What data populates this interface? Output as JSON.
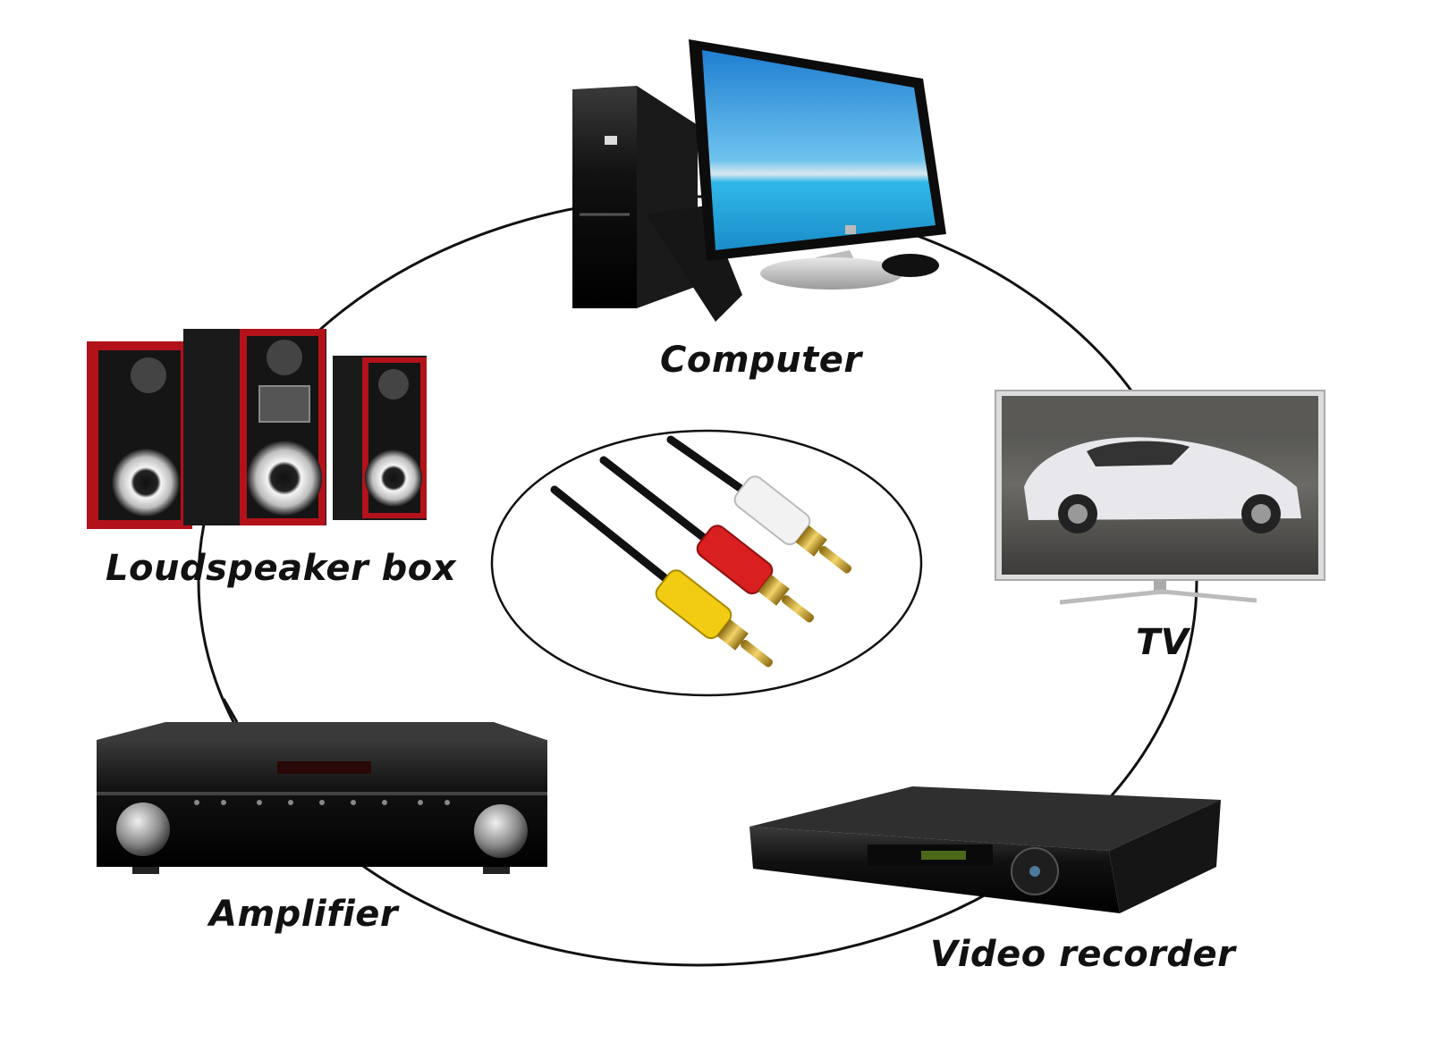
{
  "diagram": {
    "nodes": [
      {
        "id": "computer",
        "label": "Computer",
        "icon": "computer-icon"
      },
      {
        "id": "tv",
        "label": "TV",
        "icon": "tv-icon"
      },
      {
        "id": "video-recorder",
        "label": "Video recorder",
        "icon": "video-recorder-icon"
      },
      {
        "id": "amplifier",
        "label": "Amplifier",
        "icon": "amplifier-icon"
      },
      {
        "id": "loudspeaker-box",
        "label": "Loudspeaker box",
        "icon": "loudspeaker-icon"
      }
    ],
    "center": {
      "icon": "rca-cable-icon",
      "plug_colors": [
        "#f2f2f2",
        "#d91f1f",
        "#f2cc12"
      ]
    },
    "colors": {
      "ring": "#111111",
      "speaker_red": "#b3121b",
      "screen_blue": "#2aa3df"
    }
  }
}
